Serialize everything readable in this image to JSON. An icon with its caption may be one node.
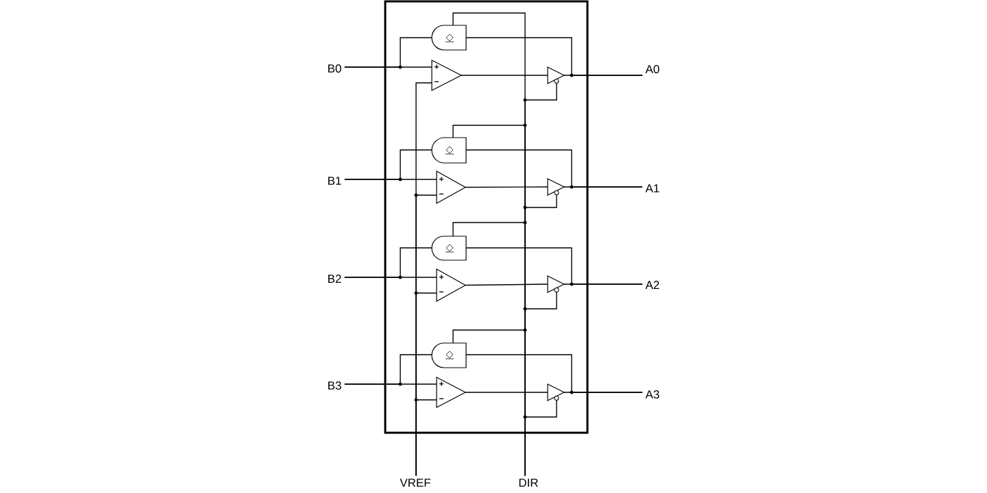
{
  "diagram": {
    "nodes": [
      {
        "text": [],
        "shape": "box"
      },
      {
        "text": [
          "B0"
        ]
      },
      {
        "text": [
          "B1"
        ]
      },
      {
        "text": [
          "B2"
        ]
      },
      {
        "text": [
          "B3"
        ]
      },
      {
        "text": [
          "A0"
        ]
      },
      {
        "text": [
          "A1"
        ]
      },
      {
        "text": [
          "A2"
        ]
      },
      {
        "text": [
          "A3"
        ]
      },
      {
        "text": [
          "VREF"
        ]
      },
      {
        "text": [
          "DIR"
        ]
      },
      {
        "text": [],
        "shape": "gate",
        "in": 0
      },
      {
        "text": [],
        "shape": "triangle",
        "in": 0
      },
      {
        "text": [],
        "shape": "triangle",
        "in": 0
      },
      {
        "text": [],
        "shape": "gate",
        "in": 0
      },
      {
        "text": [],
        "shape": "triangle",
        "in": 0
      },
      {
        "text": [],
        "shape": "triangle",
        "in": 0
      },
      {
        "text": [],
        "shape": "gate",
        "in": 0
      },
      {
        "text": [],
        "shape": "triangle",
        "in": 0
      },
      {
        "text": [],
        "shape": "triangle",
        "in": 0
      },
      {
        "text": [],
        "shape": "gate",
        "in": 0
      },
      {
        "text": [],
        "shape": "triangle",
        "in": 0
      },
      {
        "text": [],
        "shape": "triangle",
        "in": 0
      }
    ],
    "edges": [
      {
        "from": 1,
        "to": 12,
        "arrow": "none"
      },
      {
        "from": 1,
        "to": 11,
        "arrow": "none"
      },
      {
        "from": 9,
        "to": 12,
        "arrow": "none"
      },
      {
        "from": 12,
        "to": 13,
        "arrow": "none"
      },
      {
        "from": 11,
        "to": 5,
        "arrow": "none"
      },
      {
        "from": 13,
        "to": 5,
        "arrow": "none"
      },
      {
        "from": 10,
        "to": 11,
        "arrow": "none"
      },
      {
        "from": 10,
        "to": 13,
        "arrow": "none"
      },
      {
        "from": 2,
        "to": 15,
        "arrow": "none"
      },
      {
        "from": 2,
        "to": 14,
        "arrow": "none"
      },
      {
        "from": 9,
        "to": 15,
        "arrow": "none"
      },
      {
        "from": 15,
        "to": 16,
        "arrow": "none"
      },
      {
        "from": 14,
        "to": 6,
        "arrow": "none"
      },
      {
        "from": 16,
        "to": 6,
        "arrow": "none"
      },
      {
        "from": 10,
        "to": 14,
        "arrow": "none"
      },
      {
        "from": 10,
        "to": 16,
        "arrow": "none"
      },
      {
        "from": 3,
        "to": 18,
        "arrow": "none"
      },
      {
        "from": 3,
        "to": 17,
        "arrow": "none"
      },
      {
        "from": 9,
        "to": 18,
        "arrow": "none"
      },
      {
        "from": 18,
        "to": 19,
        "arrow": "none"
      },
      {
        "from": 17,
        "to": 7,
        "arrow": "none"
      },
      {
        "from": 19,
        "to": 7,
        "arrow": "none"
      },
      {
        "from": 10,
        "to": 17,
        "arrow": "none"
      },
      {
        "from": 10,
        "to": 19,
        "arrow": "none"
      },
      {
        "from": 4,
        "to": 21,
        "arrow": "none"
      },
      {
        "from": 4,
        "to": 20,
        "arrow": "none"
      },
      {
        "from": 9,
        "to": 21,
        "arrow": "none"
      },
      {
        "from": 21,
        "to": 22,
        "arrow": "none"
      },
      {
        "from": 20,
        "to": 8,
        "arrow": "none"
      },
      {
        "from": 22,
        "to": 8,
        "arrow": "none"
      },
      {
        "from": 10,
        "to": 20,
        "arrow": "none"
      },
      {
        "from": 10,
        "to": 22,
        "arrow": "none"
      }
    ],
    "labels": [
      "+",
      "−",
      "+",
      "−",
      "+",
      "−",
      "+",
      "−"
    ]
  }
}
